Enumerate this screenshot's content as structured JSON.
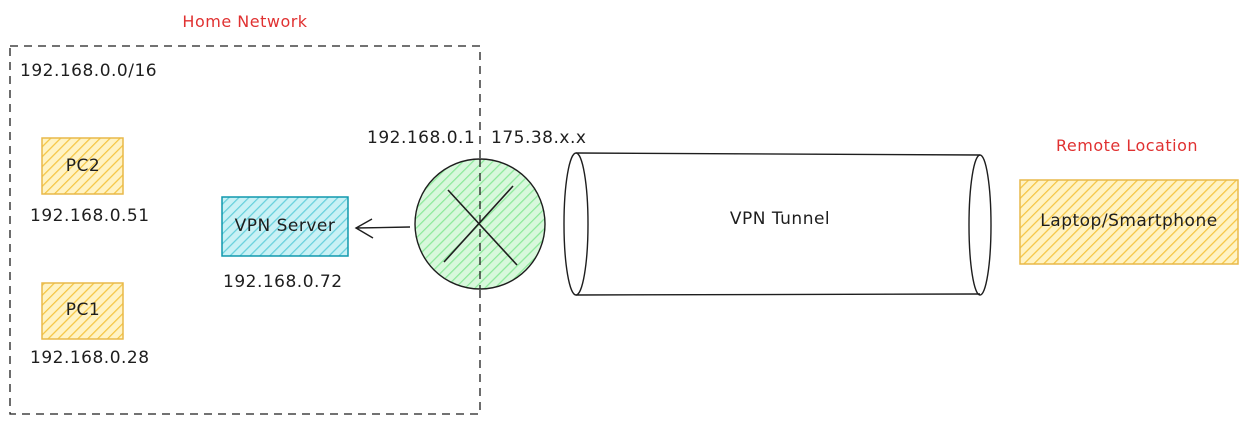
{
  "home_network": {
    "title": "Home Network",
    "subnet": "192.168.0.0/16",
    "pc2": {
      "label": "PC2",
      "ip": "192.168.0.51"
    },
    "pc1": {
      "label": "PC1",
      "ip": "192.168.0.28"
    },
    "vpn_server": {
      "label": "VPN Server",
      "ip": "192.168.0.72"
    },
    "router_lan_ip": "192.168.0.1"
  },
  "router_wan_ip": "175.38.x.x",
  "tunnel": {
    "label": "VPN Tunnel"
  },
  "remote": {
    "title": "Remote Location",
    "device": "Laptop/Smartphone"
  },
  "colors": {
    "title_red": "#e03131",
    "pc_fill": "#ffe8a3",
    "pc_stroke": "#e8b94a",
    "server_fill": "#a5e3ea",
    "server_stroke": "#1098ad",
    "router_fill": "#b2f2bb",
    "stroke": "#1e1e1e"
  }
}
